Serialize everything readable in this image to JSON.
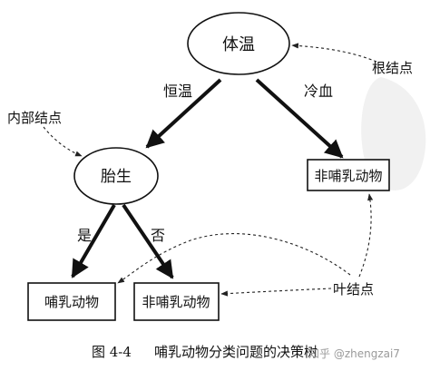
{
  "nodes": {
    "root": "体温",
    "internal": "胎生",
    "leaf_cold": "非哺乳动物",
    "leaf_yes": "哺乳动物",
    "leaf_no": "非哺乳动物"
  },
  "edges": {
    "warm": "恒温",
    "cold": "冷血",
    "yes": "是",
    "no": "否"
  },
  "annotations": {
    "root_node": "根结点",
    "internal_node": "内部结点",
    "leaf_node": "叶结点"
  },
  "caption": {
    "figure_number": "图 4-4",
    "text": "哺乳动物分类问题的决策树"
  },
  "watermark": "知乎 @zhengzai7"
}
